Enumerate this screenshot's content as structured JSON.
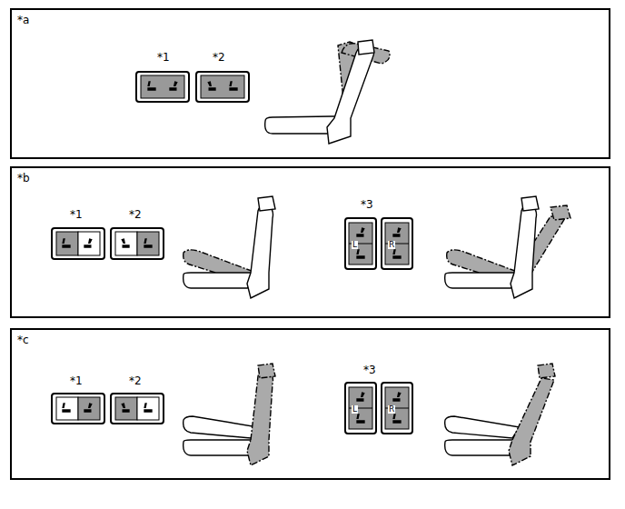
{
  "diagram": {
    "nodes": [
      {
        "text": [
          "*a"
        ]
      },
      {
        "text": [
          "*b"
        ]
      },
      {
        "text": [
          "*c"
        ]
      }
    ],
    "labels": [
      "*1",
      "*2",
      "*1",
      "*2",
      "*3",
      "L",
      "R",
      "*1",
      "*2",
      "*3",
      "L",
      "R"
    ]
  }
}
